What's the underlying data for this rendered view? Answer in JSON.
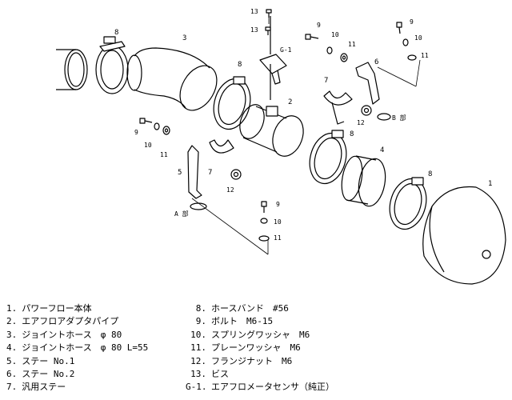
{
  "diagram": {
    "labels": {
      "p1": "1",
      "p2": "2",
      "p3": "3",
      "p4": "4",
      "p5": "5",
      "p6": "6",
      "p7a": "7",
      "p7b": "7",
      "p8a": "8",
      "p8b": "8",
      "p8c": "8",
      "p8d": "8",
      "p9a": "9",
      "p9b": "9",
      "p9c": "9",
      "p10a": "10",
      "p10b": "10",
      "p10c": "10",
      "p10d": "10",
      "p11a": "11",
      "p11b": "11",
      "p11c": "11",
      "p11d": "11",
      "p12a": "12",
      "p12b": "12",
      "p13a": "13",
      "p13b": "13",
      "g1": "G-1",
      "partA": "A 部",
      "partB": "B 部"
    }
  },
  "legend_left": [
    {
      "num": "1.",
      "text": "パワーフロー本体"
    },
    {
      "num": "2.",
      "text": "エアフロアダプタパイプ"
    },
    {
      "num": "3.",
      "text": "ジョイントホース　φ 80"
    },
    {
      "num": "4.",
      "text": "ジョイントホース　φ 80 L=55"
    },
    {
      "num": "5.",
      "text": "ステー No.1"
    },
    {
      "num": "6.",
      "text": "ステー No.2"
    },
    {
      "num": "7.",
      "text": "汎用ステー"
    }
  ],
  "legend_right": [
    {
      "num": "8.",
      "text": "ホースバンド　#56"
    },
    {
      "num": "9.",
      "text": "ボルト　M6-15"
    },
    {
      "num": "10.",
      "text": "スプリングワッシャ　M6"
    },
    {
      "num": "11.",
      "text": "プレーンワッシャ　M6"
    },
    {
      "num": "12.",
      "text": "フランジナット　M6"
    },
    {
      "num": "13.",
      "text": "ビス"
    },
    {
      "num": "G-1.",
      "text": "エアフロメータセンサ（純正）"
    }
  ]
}
